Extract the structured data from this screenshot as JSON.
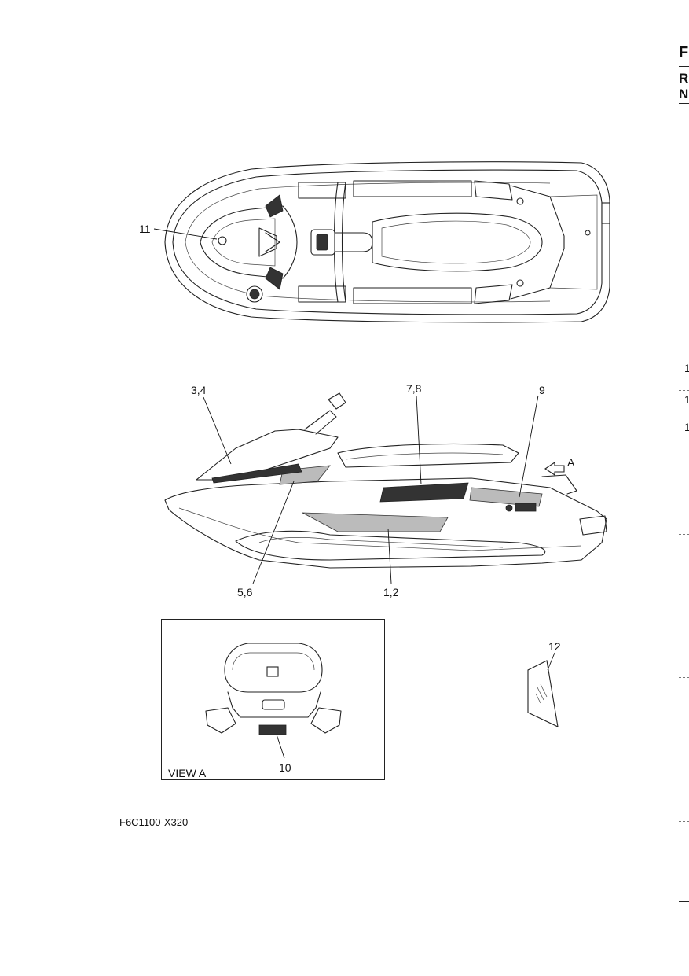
{
  "edge_letters": [
    "F",
    "R",
    "N"
  ],
  "edge_digits": [
    "1",
    "1",
    "1"
  ],
  "callouts": {
    "c11": "11",
    "c34": "3,4",
    "c78": "7,8",
    "c9": "9",
    "cA": "A",
    "c56": "5,6",
    "c12_side": "1,2",
    "c12": "12",
    "c10": "10"
  },
  "view_label": "VIEW A",
  "diagram_code": "F6C1100-X320"
}
